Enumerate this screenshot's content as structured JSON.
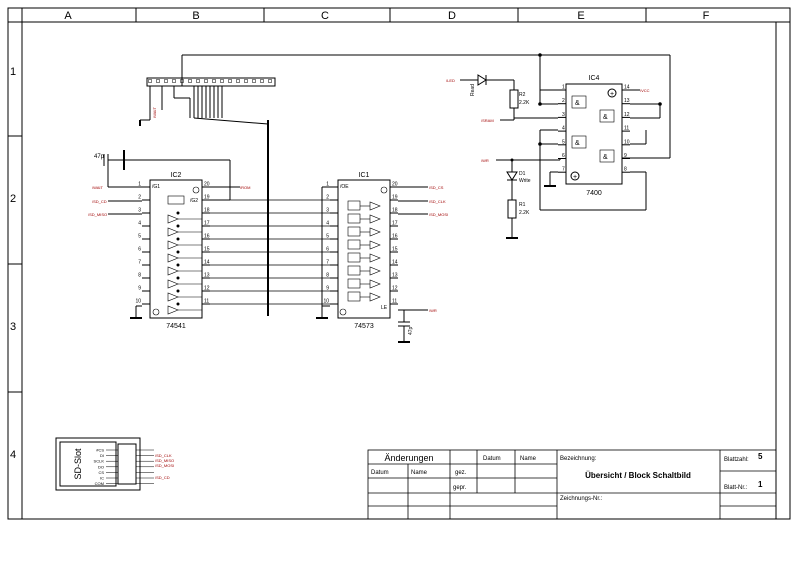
{
  "frame": {
    "columns": [
      "A",
      "B",
      "C",
      "D",
      "E",
      "F"
    ],
    "rows": [
      "1",
      "2",
      "3",
      "4"
    ]
  },
  "ic2": {
    "name": "IC2",
    "part": "74541",
    "pin_g1": "/G1",
    "pin_g2": "/G2",
    "left_pins": [
      "1",
      "2",
      "3",
      "4",
      "5",
      "6",
      "7",
      "8",
      "9",
      "10"
    ],
    "right_pins": [
      "20",
      "19",
      "18",
      "17",
      "16",
      "15",
      "14",
      "13",
      "12",
      "11"
    ]
  },
  "ic1": {
    "name": "IC1",
    "part": "74573",
    "pin_oe": "/OE",
    "pin_le": "LE",
    "left_pins": [
      "1",
      "2",
      "3",
      "4",
      "5",
      "6",
      "7",
      "8",
      "9",
      "10"
    ],
    "right_pins": [
      "20",
      "19",
      "18",
      "17",
      "16",
      "15",
      "14",
      "13",
      "12",
      "11"
    ]
  },
  "ic4": {
    "name": "IC4",
    "part": "7400",
    "left_pins": [
      "1",
      "2",
      "3",
      "4",
      "5",
      "6",
      "7"
    ],
    "right_pins": [
      "14",
      "13",
      "12",
      "11",
      "10",
      "9",
      "8"
    ]
  },
  "components": {
    "cap_top": "47p",
    "cap_bottom": "47p",
    "r1": "R1",
    "r1_val": "2.2K",
    "r2": "R2",
    "r2_val": "2.2K",
    "d1": "D1",
    "d1_label": "Write",
    "d2_label": "Read"
  },
  "sd_slot": {
    "label": "SD-Slot"
  },
  "title_block": {
    "changes": "Änderungen",
    "date": "Datum",
    "name": "Name",
    "checked": "gez.",
    "approved": "gepr.",
    "designation_label": "Bezeichnung:",
    "designation": "Übersicht / Block Schaltbild",
    "drawing_no": "Zeichnungs-Nr.:",
    "sheets_label": "Blattzahl:",
    "sheets": "5",
    "sheet_no_label": "Blatt-Nr.:",
    "sheet_no": "1"
  },
  "colors": {
    "line": "#000000",
    "net_label": "#a00000"
  }
}
